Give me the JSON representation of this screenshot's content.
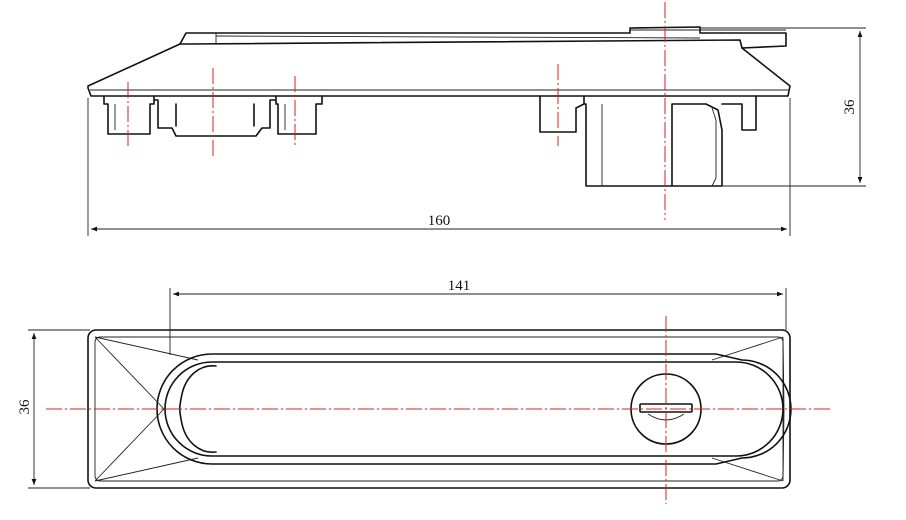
{
  "dimensions": {
    "side_overall_length": "160",
    "side_height": "36",
    "top_handle_length": "141",
    "top_height": "36"
  },
  "colors": {
    "outline": "#111111",
    "centerline": "#d42020",
    "background": "#ffffff"
  }
}
